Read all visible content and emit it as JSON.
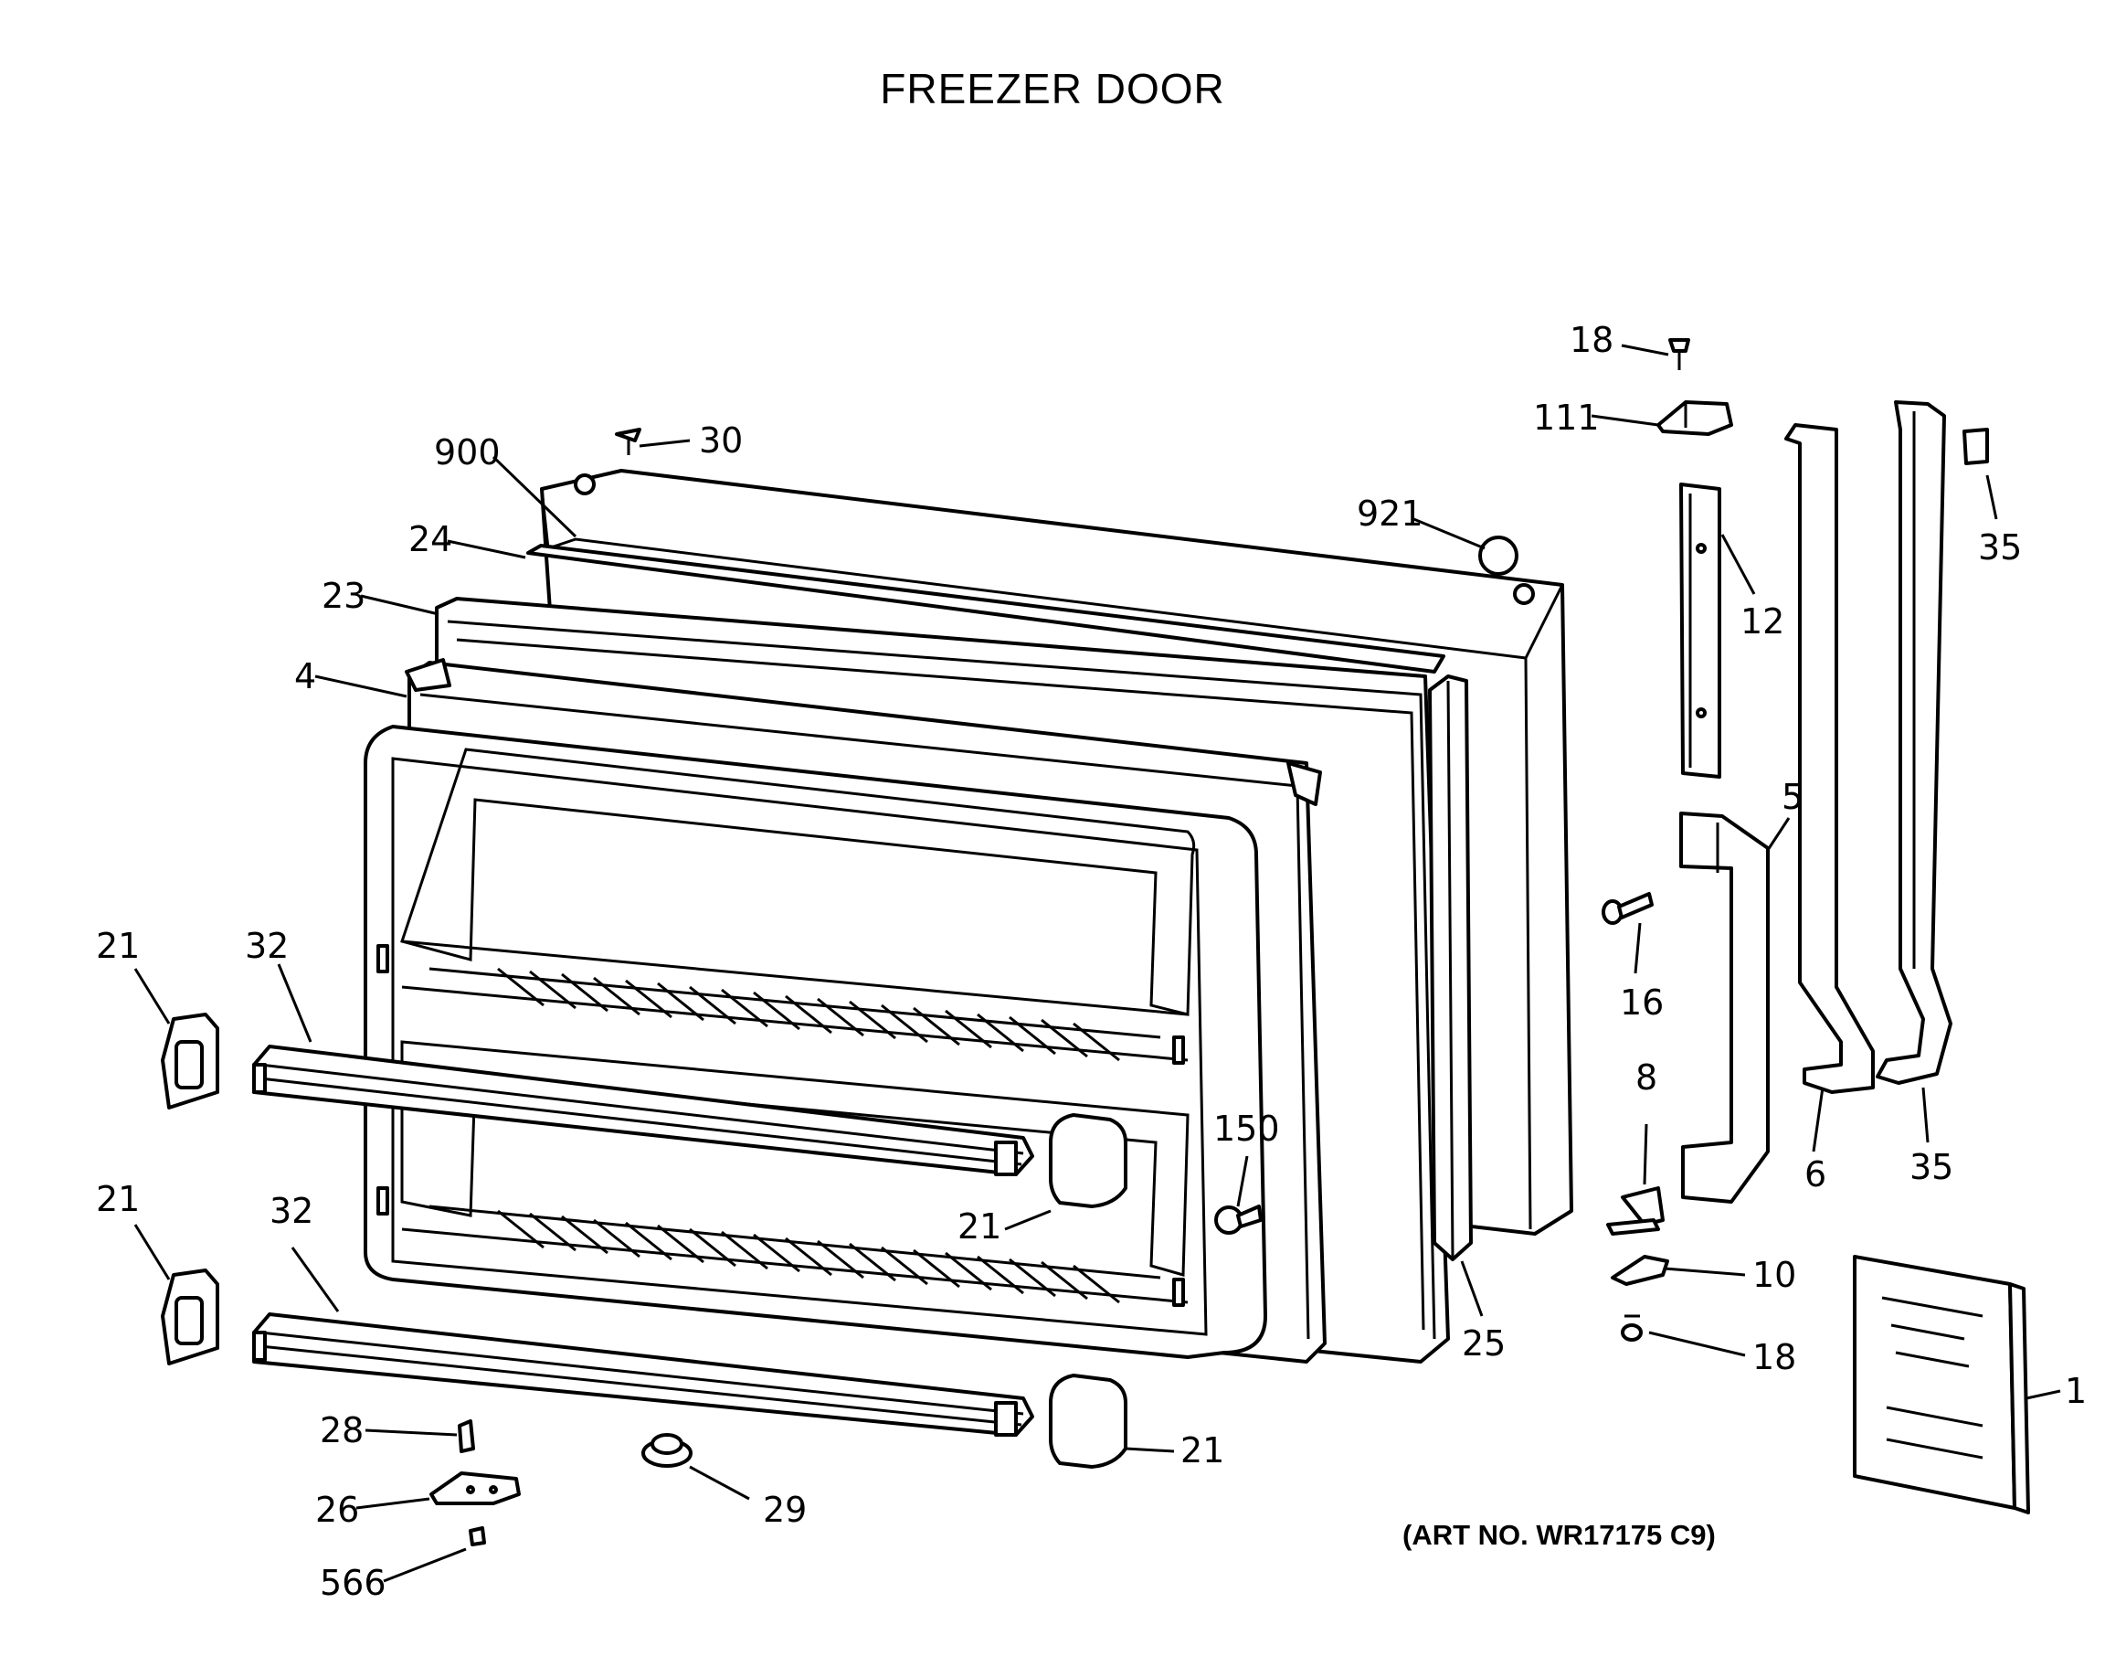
{
  "title": "FREEZER DOOR",
  "art_number": "(ART NO. WR17175 C9)",
  "callouts": {
    "c18a": "18",
    "c111": "111",
    "c900": "900",
    "c30": "30",
    "c921": "921",
    "c35a": "35",
    "c24": "24",
    "c12": "12",
    "c23": "23",
    "c4": "4",
    "c5": "5",
    "c21a": "21",
    "c32a": "32",
    "c16": "16",
    "c8": "8",
    "c6": "6",
    "c35b": "35",
    "c150": "150",
    "c21b": "21",
    "c21c": "21",
    "c32b": "32",
    "c10": "10",
    "c25": "25",
    "c18b": "18",
    "c1": "1",
    "c28": "28",
    "c21d": "21",
    "c26": "26",
    "c29": "29",
    "c566": "566"
  }
}
